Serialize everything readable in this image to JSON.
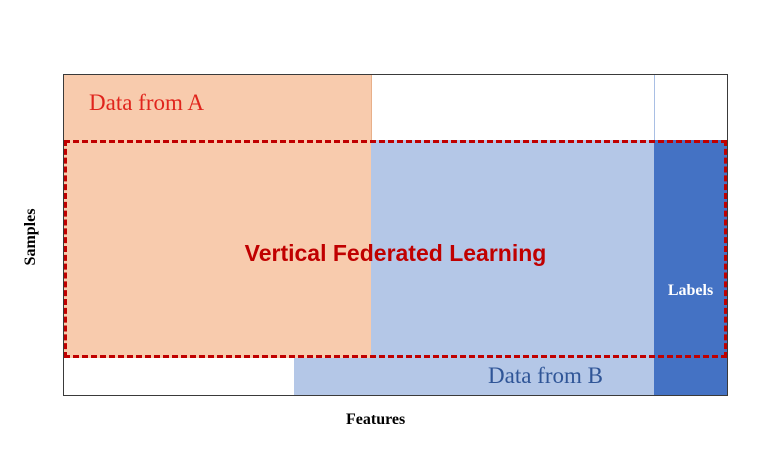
{
  "diagram": {
    "data_from_a": "Data from A",
    "data_from_b": "Data from B",
    "overlap_label": "Vertical Federated Learning",
    "labels_column": "Labels",
    "x_axis": "Features",
    "y_axis": "Samples"
  },
  "colors": {
    "party_a": "#f8cbad",
    "party_b": "#b4c7e7",
    "labels": "#4472c4",
    "overlap_border": "#c00000",
    "text_a": "#e0241c",
    "text_b": "#2f5597"
  }
}
